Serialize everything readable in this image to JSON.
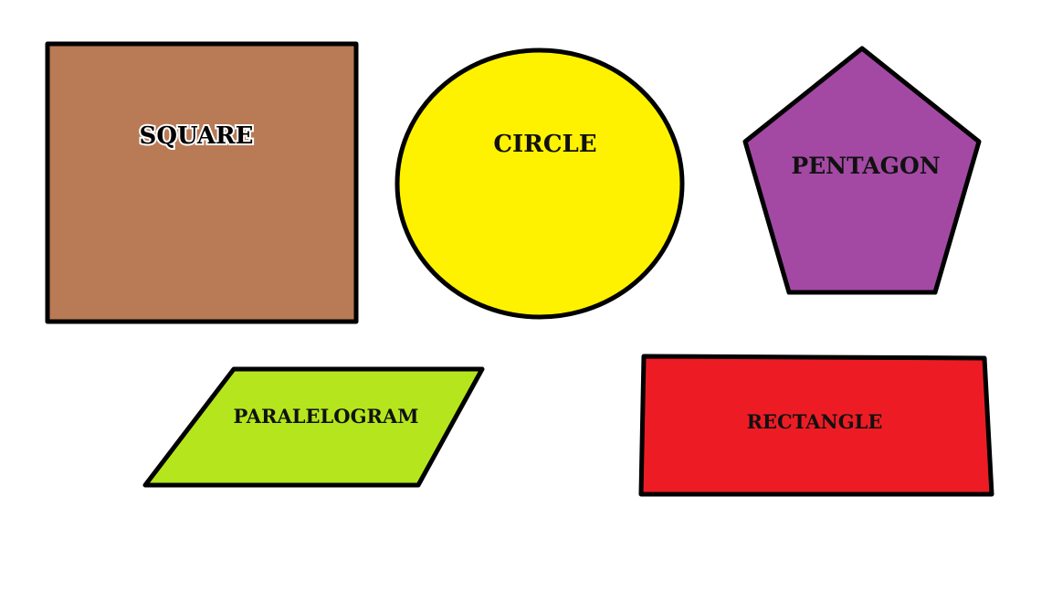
{
  "shapes": {
    "square": {
      "label": "SQUARE",
      "color": "#b97a56"
    },
    "circle": {
      "label": "CIRCLE",
      "color": "#fff200"
    },
    "pentagon": {
      "label": "PENTAGON",
      "color": "#a349a4"
    },
    "parallelogram": {
      "label": "PARALELOGRAM",
      "color": "#b5e61d"
    },
    "rectangle": {
      "label": "RECTANGLE",
      "color": "#ed1c24"
    }
  }
}
